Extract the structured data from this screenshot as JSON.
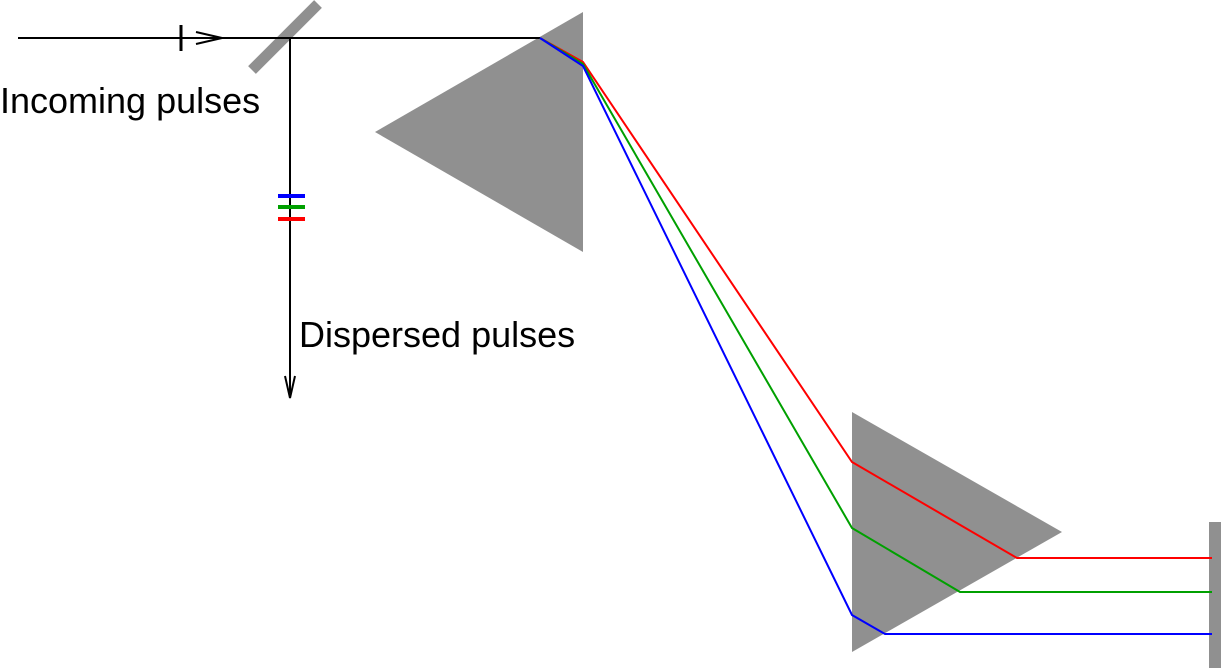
{
  "labels": {
    "incoming": "Incoming pulses",
    "dispersed": "Dispersed pulses"
  },
  "colors": {
    "beam": "#000000",
    "optic": "#909090",
    "red": "#ff0000",
    "green": "#00a000",
    "blue": "#0000ff",
    "background": "#ffffff"
  },
  "components": [
    "beam-splitter",
    "prism-1",
    "prism-2",
    "end-mirror"
  ],
  "rays": [
    "red",
    "green",
    "blue"
  ]
}
